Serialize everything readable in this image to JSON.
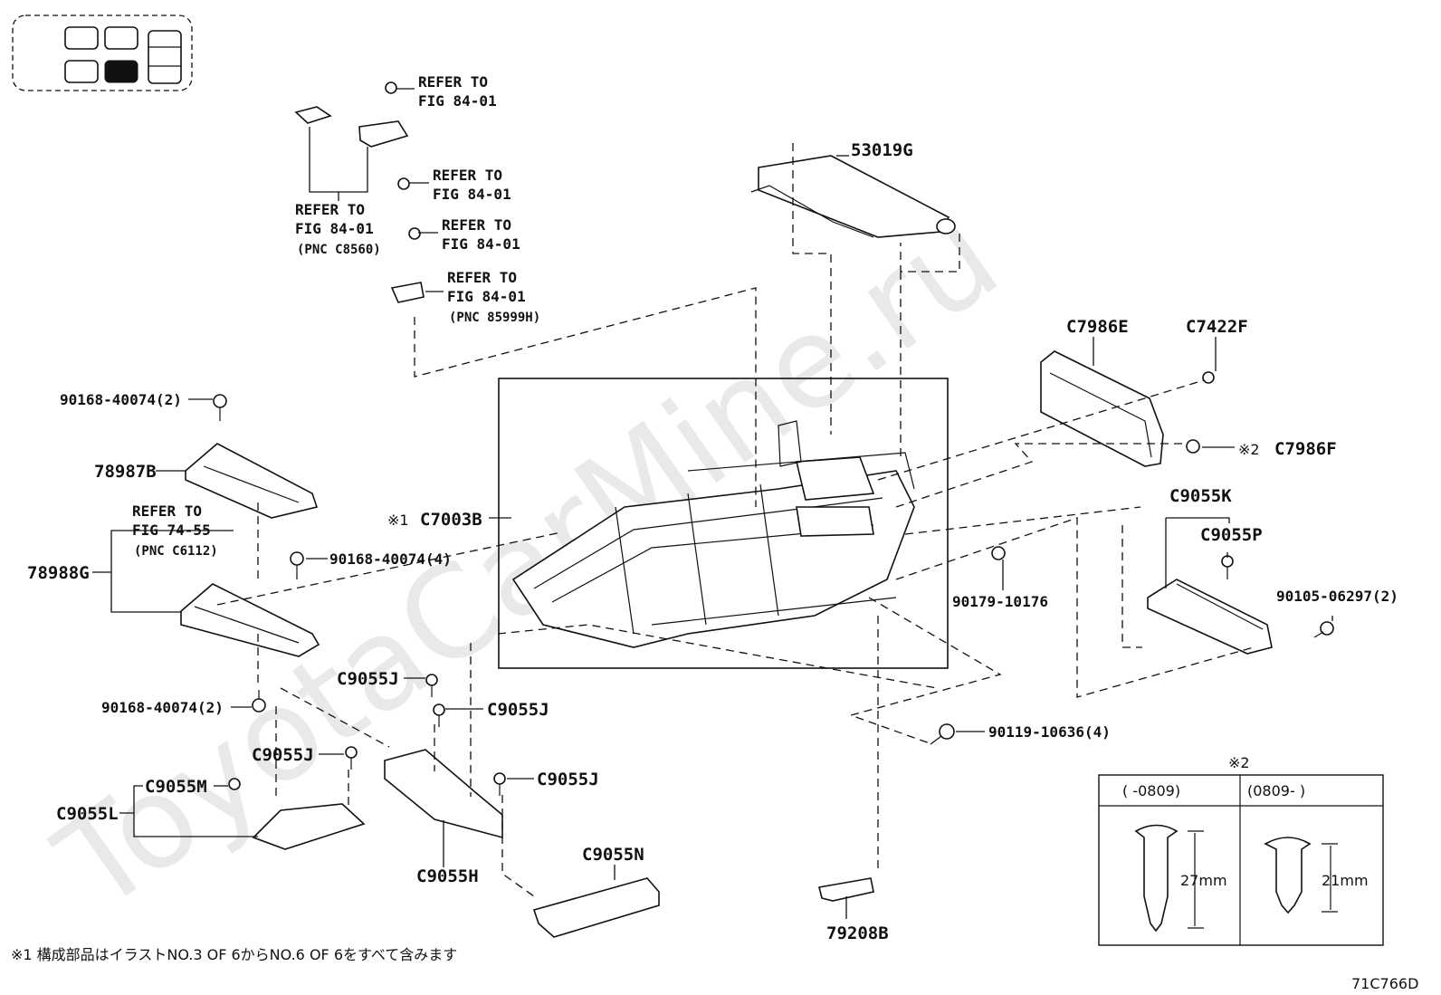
{
  "watermark": "ToyotaCarMine.ru",
  "figure_code": "71C766D",
  "footnote": "※1 構成部品はイラストNO.3 OF 6からNO.6 OF 6をすべて含みます",
  "refer_notes": [
    {
      "line1": "REFER TO",
      "line2": "FIG 84-01",
      "line3": ""
    },
    {
      "line1": "REFER TO",
      "line2": "FIG 84-01",
      "line3": "(PNC C8560)"
    },
    {
      "line1": "REFER TO",
      "line2": "FIG 84-01",
      "line3": ""
    },
    {
      "line1": "REFER TO",
      "line2": "FIG 84-01",
      "line3": ""
    },
    {
      "line1": "REFER TO",
      "line2": "FIG 84-01",
      "line3": "(PNC 85999H)"
    },
    {
      "line1": "REFER TO",
      "line2": "FIG 74-55",
      "line3": "(PNC C6112)"
    }
  ],
  "labels": {
    "p53019G": "53019G",
    "pC7986E": "C7986E",
    "pC7422F": "C7422F",
    "pC7986F": "C7986F",
    "mark2": "※2",
    "pC9055K": "C9055K",
    "pC9055P": "C9055P",
    "p90105": "90105-06297(2)",
    "p90179": "90179-10176",
    "p90119": "90119-10636(4)",
    "p79208B": "79208B",
    "pC9055N": "C9055N",
    "pC9055H": "C9055H",
    "pC9055J_a": "C9055J",
    "pC9055J_b": "C9055J",
    "pC9055J_c": "C9055J",
    "pC9055J_d": "C9055J",
    "pC9055M": "C9055M",
    "pC9055L": "C9055L",
    "p90168_bot": "90168-40074(2)",
    "p90168_mid": "90168-40074(4)",
    "p90168_top": "90168-40074(2)",
    "p78987B": "78987B",
    "p78988G": "78988G",
    "mark1": "※1",
    "pC7003B": "C7003B"
  },
  "detail_table": {
    "title": "※2",
    "col1_header": "(      -0809)",
    "col2_header": "(0809-      )",
    "col1_dim": "27mm",
    "col2_dim": "21mm"
  }
}
